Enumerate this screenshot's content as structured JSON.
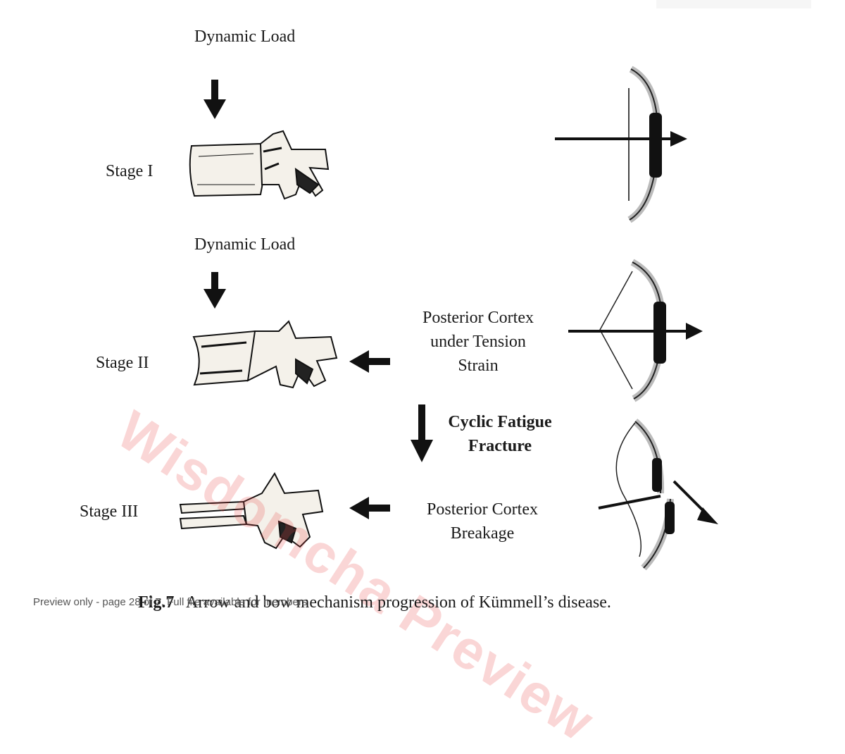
{
  "labels": {
    "dynamic_load_1": "Dynamic Load",
    "dynamic_load_2": "Dynamic Load",
    "stage_1": "Stage I",
    "stage_2": "Stage II",
    "stage_3": "Stage III",
    "posterior_tension": "Posterior Cortex under Tension Strain",
    "cyclic_fatigue": "Cyclic Fatigue Fracture",
    "posterior_breakage": "Posterior Cortex Breakage"
  },
  "caption": {
    "number": "Fig.7",
    "text": "Arrow and bow mechanism progression of Kümmell’s disease."
  },
  "watermark": "Wisdomcha Preview",
  "preview_note": "Preview only - page 28 of 7. Full file available for members",
  "colors": {
    "ink": "#1a1a1a",
    "watermark": "#e64646",
    "bone": "#f4f1ea"
  }
}
